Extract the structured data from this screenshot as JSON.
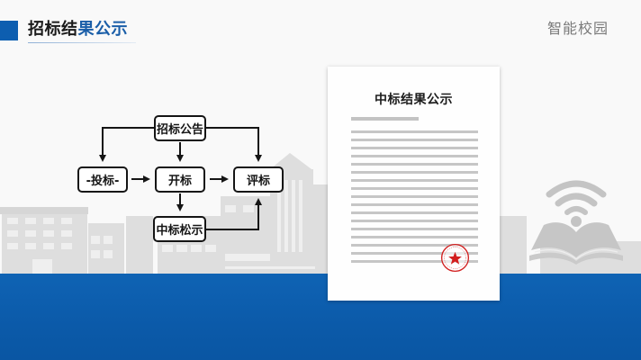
{
  "header": {
    "title_part1": "招标结",
    "title_part2": "果公示",
    "brand": "智能校园"
  },
  "flowchart": {
    "nodes": {
      "announce": "招标公告",
      "bid": "-投标-",
      "open": "开标",
      "evaluate": "评标",
      "award": "中标松示"
    }
  },
  "document": {
    "title": "中标结果公示",
    "line_count": 17,
    "seal": "red-star-seal"
  },
  "icons": {
    "title_marker": "blue-square",
    "decor": "wifi-book-icon",
    "background": "campus-buildings-silhouette"
  },
  "colors": {
    "accent_blue": "#0d5eb0",
    "title_blue": "#1a5ea8",
    "seal_red": "#d21f1f",
    "silhouette_gray": "#dcdcdc"
  }
}
